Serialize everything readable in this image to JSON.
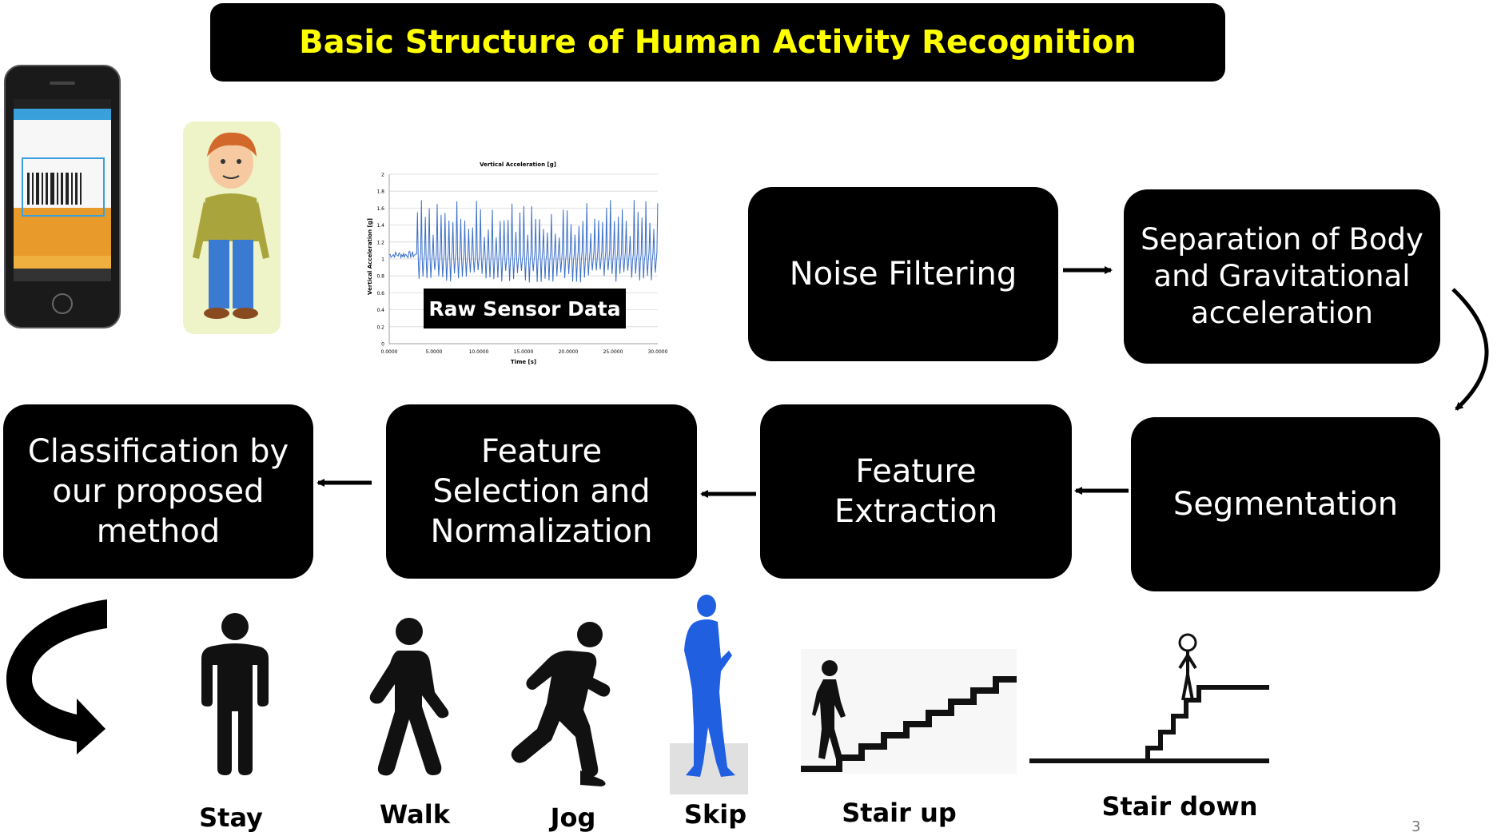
{
  "title": "Basic Structure of Human Activity Recognition",
  "pipeline": {
    "noise_filtering": [
      "Noise Filtering"
    ],
    "separation": [
      "Separation of Body",
      "and Gravitational",
      "acceleration"
    ],
    "segmentation": [
      "Segmentation"
    ],
    "feature_extraction": [
      "Feature",
      "Extraction"
    ],
    "feature_selection": [
      "Feature",
      "Selection and",
      "Normalization"
    ],
    "classification": [
      "Classification by",
      "our proposed",
      "method"
    ]
  },
  "raw_sensor_label": "Raw Sensor Data",
  "activities": [
    "Stay",
    "Walk",
    "Jog",
    "Skip",
    "Stair up",
    "Stair down"
  ],
  "page_number": "3",
  "colors": {
    "title_text": "#ffff00",
    "box_bg": "#000000",
    "signal": "#3a6fc8",
    "skip_figure": "#1f5fe0"
  },
  "icons": [
    "smartphone-icon",
    "child-avatar-icon",
    "curved-arrow-icon",
    "stay-person-icon",
    "walk-person-icon",
    "jog-person-icon",
    "skip-person-icon",
    "stair-up-icon",
    "stair-down-icon"
  ],
  "chart_data": {
    "type": "line",
    "title": "Vertical Acceleration [g]",
    "xlabel": "Time [s]",
    "ylabel": "Vertical Acceleration [g]",
    "xlim": [
      0,
      30
    ],
    "ylim": [
      0,
      2
    ],
    "xticks": [
      "0.0000",
      "5.0000",
      "10.0000",
      "15.0000",
      "20.0000",
      "25.0000",
      "30.0000"
    ],
    "yticks": [
      "0",
      "0.2",
      "0.4",
      "0.6",
      "0.8",
      "1",
      "1.2",
      "1.4",
      "1.6",
      "1.8",
      "2"
    ],
    "signal": {
      "quiet_until": 3.0,
      "quiet_level": 1.05,
      "cycle_period": 0.44,
      "peak_range": [
        1.25,
        1.7
      ],
      "trough_range": [
        0.72,
        0.88
      ]
    }
  }
}
